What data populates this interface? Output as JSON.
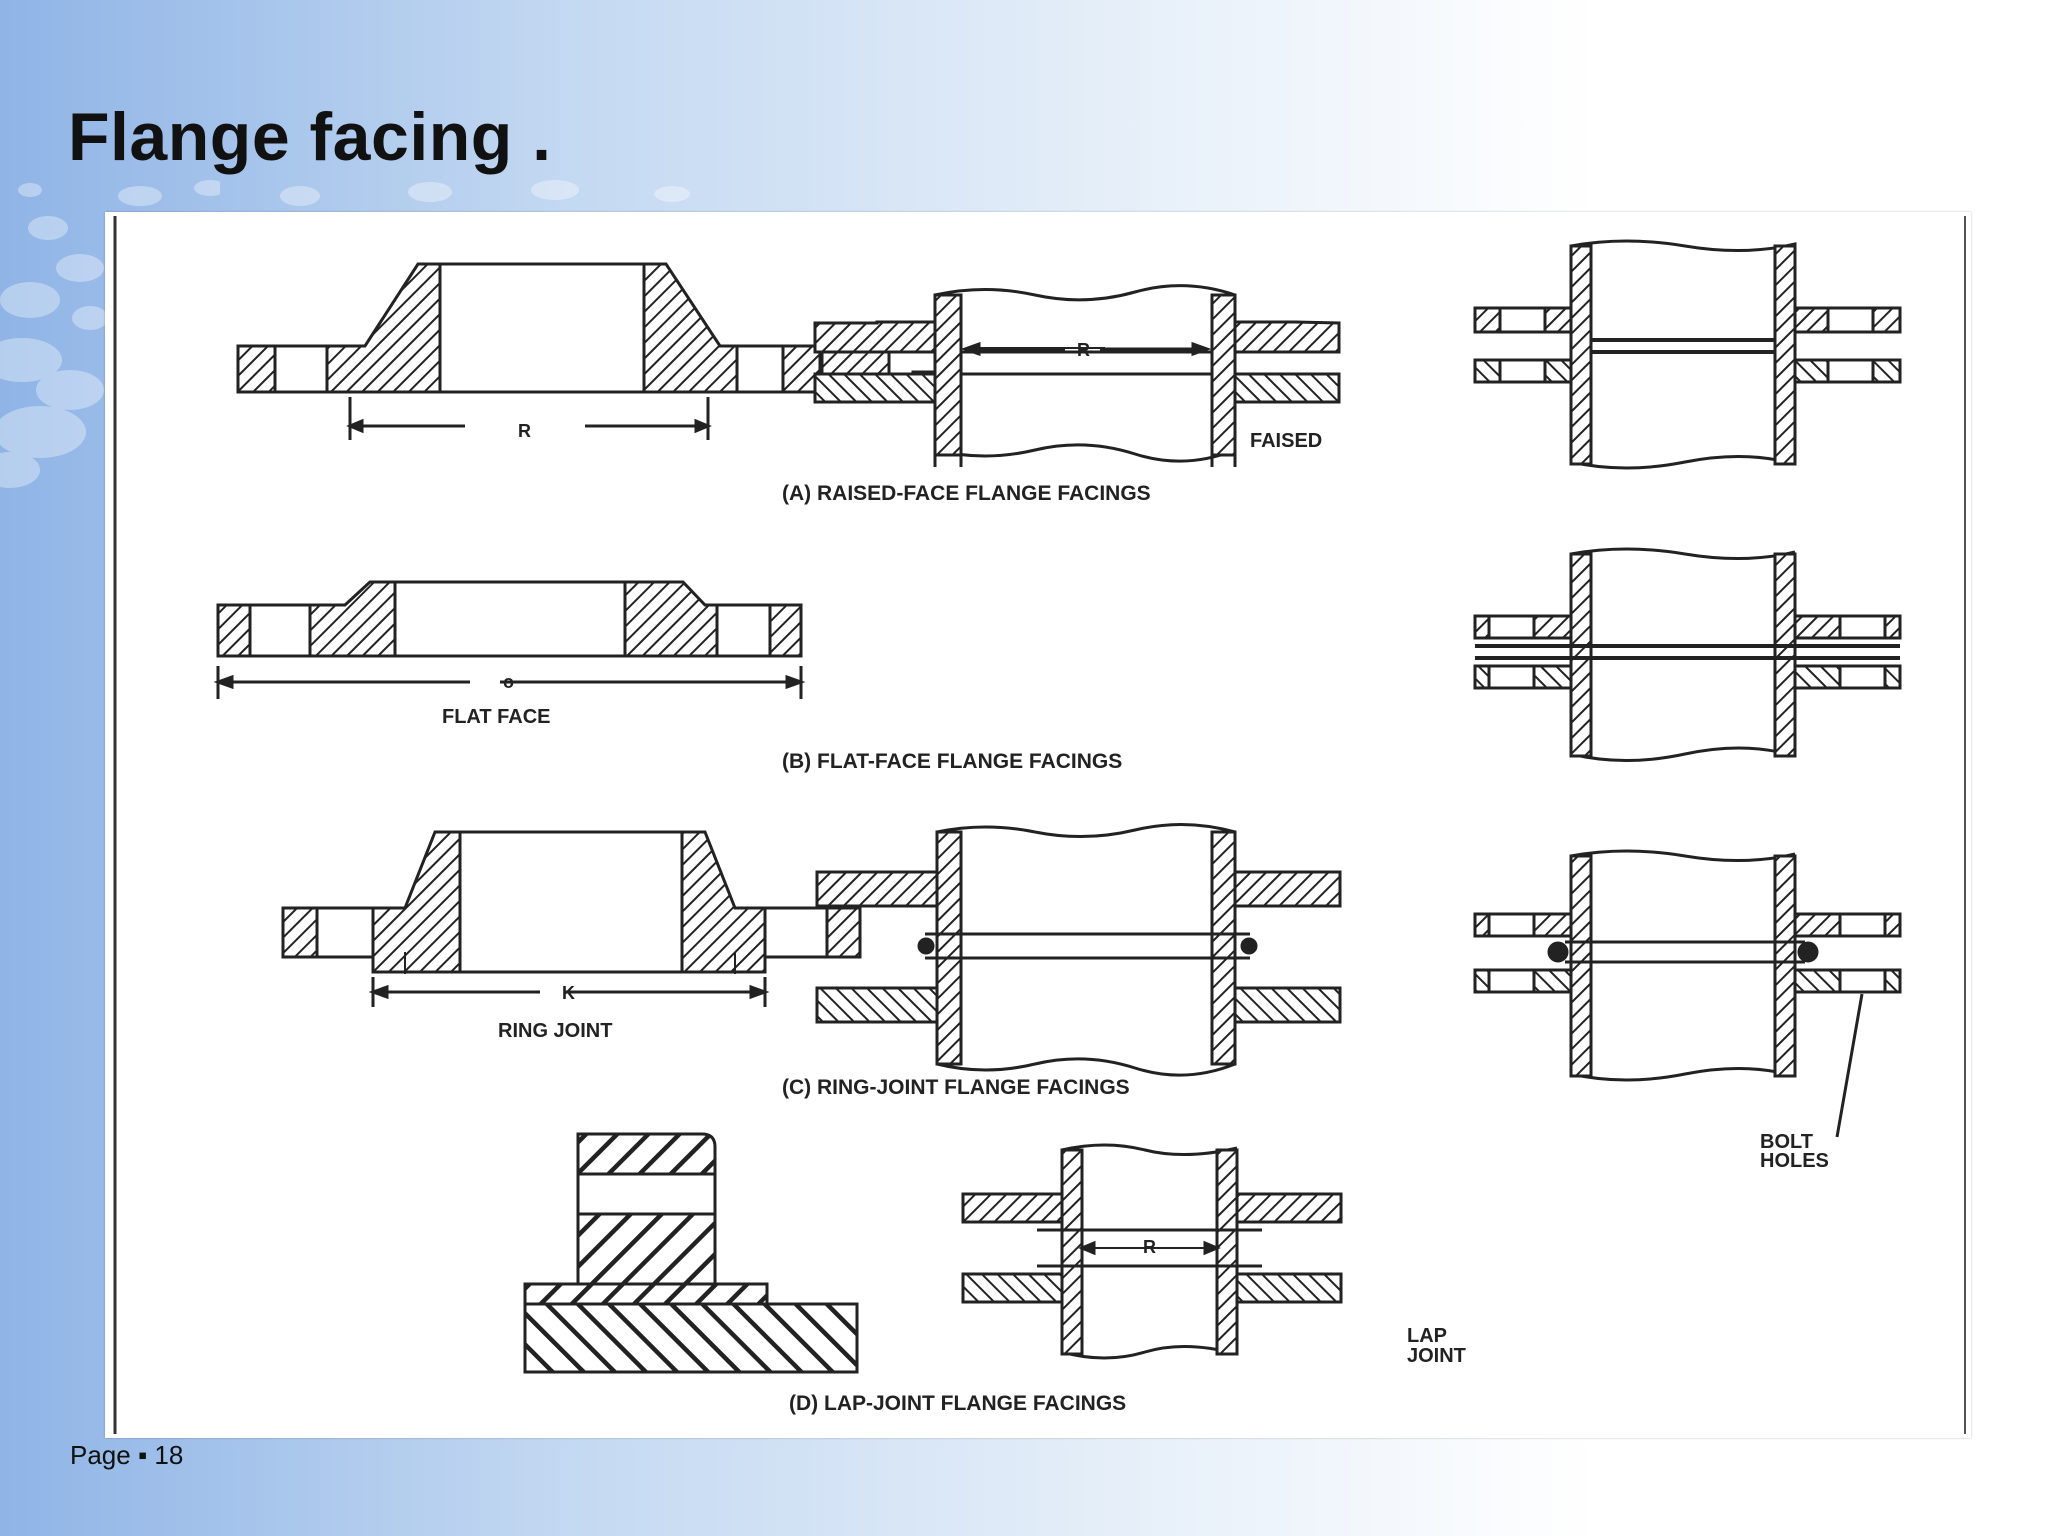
{
  "slide": {
    "title": "Flange facing .",
    "footer": {
      "page_label": "Page",
      "separator": "▪",
      "page_number": "18"
    }
  },
  "diagram": {
    "labels": {
      "dim_r": "R",
      "dim_o": "o",
      "dim_k": "K",
      "raised": "FAISED",
      "flat_face": "FLAT FACE",
      "ring_joint": "RING JOINT",
      "lap": "LAP",
      "joint": "JOINT",
      "bolt": "BOLT",
      "holes": "HOLES"
    },
    "captions": {
      "a": "(A) RAISED-FACE FLANGE FACINGS",
      "b": "(B) FLAT-FACE FLANGE FACINGS",
      "c": "(C) RING-JOINT FLANGE FACINGS",
      "d": "(D) LAP-JOINT FLANGE FACINGS"
    }
  },
  "colors": {
    "ink": "#222222",
    "background_gradient_start": "#8fb4e6",
    "background_gradient_end": "#ffffff"
  }
}
